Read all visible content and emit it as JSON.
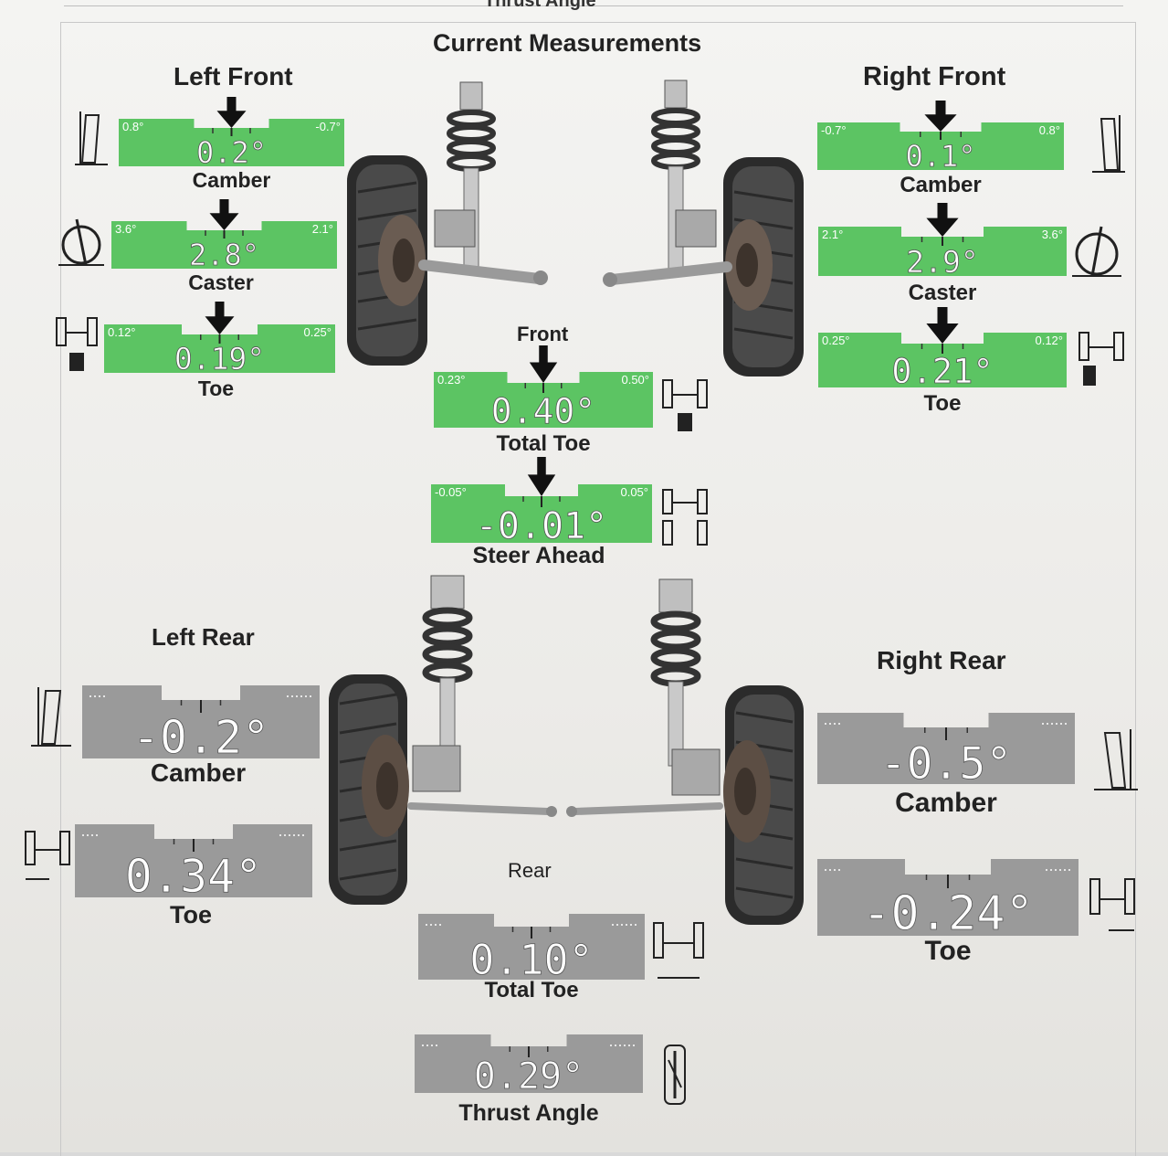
{
  "top_cut_title": "Thrust Angle",
  "title": "Current Measurements",
  "sections": {
    "left_front": "Left Front",
    "right_front": "Right Front",
    "left_rear": "Left Rear",
    "right_rear": "Right Rear",
    "front": "Front",
    "rear": "Rear"
  },
  "colors": {
    "in_spec": "#5cc463",
    "no_spec": "#9a9a9a",
    "marker": "#111111"
  },
  "front": {
    "left_camber": {
      "label": "Camber",
      "value": "0.2°",
      "min": "0.8°",
      "max": "-0.7°",
      "status": "in-spec"
    },
    "left_caster": {
      "label": "Caster",
      "value": "2.8°",
      "min": "3.6°",
      "max": "2.1°",
      "status": "in-spec"
    },
    "left_toe": {
      "label": "Toe",
      "value": "0.19°",
      "min": "0.12°",
      "max": "0.25°",
      "status": "in-spec"
    },
    "right_camber": {
      "label": "Camber",
      "value": "0.1°",
      "min": "-0.7°",
      "max": "0.8°",
      "status": "in-spec"
    },
    "right_caster": {
      "label": "Caster",
      "value": "2.9°",
      "min": "2.1°",
      "max": "3.6°",
      "status": "in-spec"
    },
    "right_toe": {
      "label": "Toe",
      "value": "0.21°",
      "min": "0.25°",
      "max": "0.12°",
      "status": "in-spec"
    },
    "total_toe": {
      "label": "Total Toe",
      "value": "0.40°",
      "min": "0.23°",
      "max": "0.50°",
      "status": "in-spec"
    },
    "steer_ahead": {
      "label": "Steer Ahead",
      "value": "-0.01°",
      "min": "-0.05°",
      "max": "0.05°",
      "status": "in-spec"
    }
  },
  "rear": {
    "left_camber": {
      "label": "Camber",
      "value": "-0.2°",
      "status": "no-spec"
    },
    "left_toe": {
      "label": "Toe",
      "value": "0.34°",
      "status": "no-spec"
    },
    "right_camber": {
      "label": "Camber",
      "value": "-0.5°",
      "status": "no-spec"
    },
    "right_toe": {
      "label": "Toe",
      "value": "-0.24°",
      "status": "no-spec"
    },
    "total_toe": {
      "label": "Total Toe",
      "value": "0.10°",
      "status": "no-spec"
    },
    "thrust_angle": {
      "label": "Thrust Angle",
      "value": "0.29°",
      "status": "no-spec"
    }
  }
}
